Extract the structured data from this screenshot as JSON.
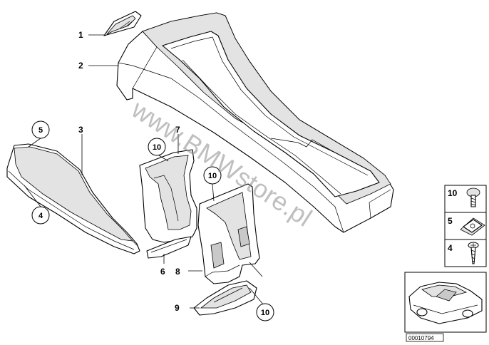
{
  "diagram": {
    "watermark": "www.BMWstore.pl",
    "part_numbers": {
      "p1": "1",
      "p2": "2",
      "p3": "3",
      "p4": "4",
      "p5": "5",
      "p6": "6",
      "p7": "7",
      "p8": "8",
      "p9": "9",
      "p10a": "10",
      "p10b": "10",
      "p10c": "10"
    },
    "legend": {
      "items": [
        {
          "number": "10",
          "icon": "screw-icon"
        },
        {
          "number": "5",
          "icon": "clip-nut-icon"
        },
        {
          "number": "4",
          "icon": "self-tapping-screw-icon"
        }
      ]
    },
    "catalog_code": "00010794"
  }
}
